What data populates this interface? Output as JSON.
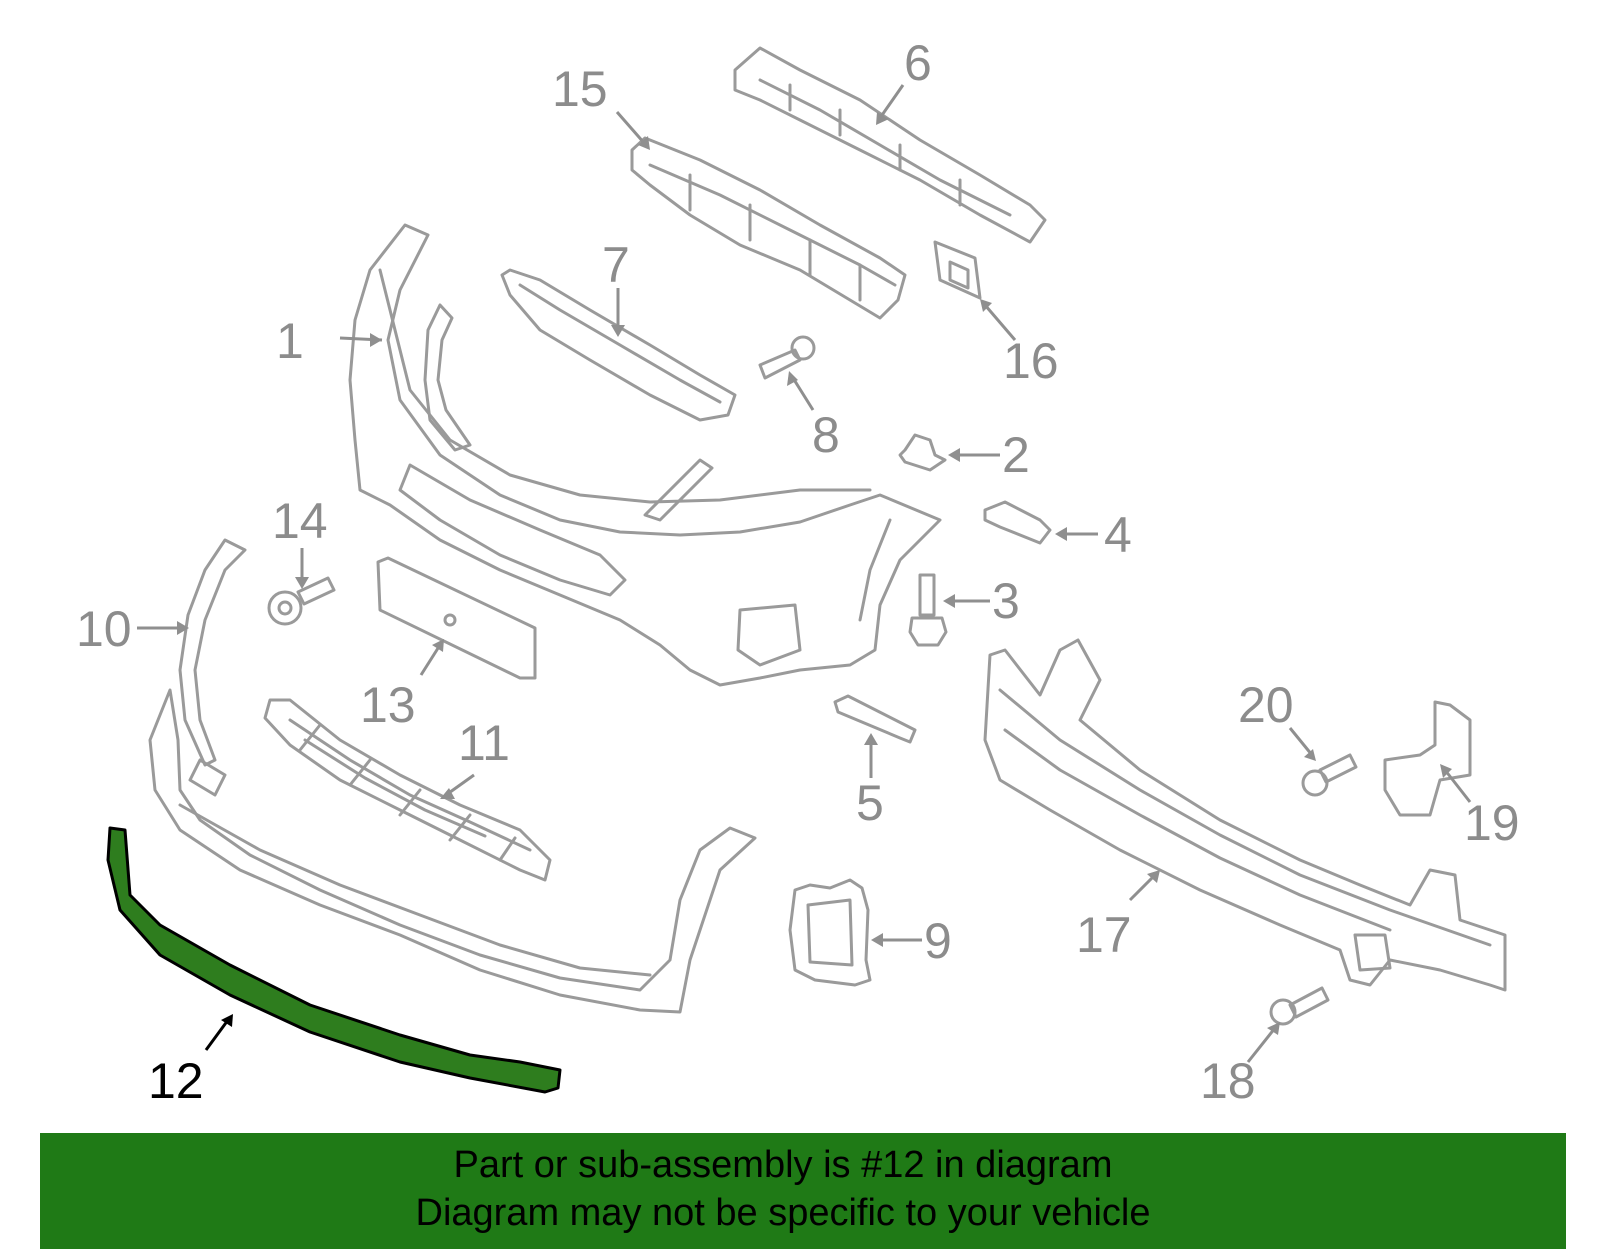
{
  "highlight_color": "#1f7a16",
  "highlighted_part": "12",
  "callouts": {
    "c1": "1",
    "c2": "2",
    "c3": "3",
    "c4": "4",
    "c5": "5",
    "c6": "6",
    "c7": "7",
    "c8": "8",
    "c9": "9",
    "c10": "10",
    "c11": "11",
    "c12": "12",
    "c13": "13",
    "c14": "14",
    "c15": "15",
    "c16": "16",
    "c17": "17",
    "c18": "18",
    "c19": "19",
    "c20": "20"
  },
  "banner": {
    "line1": "Part or sub-assembly is #12 in diagram",
    "line2": "Diagram may not be specific to your vehicle"
  }
}
